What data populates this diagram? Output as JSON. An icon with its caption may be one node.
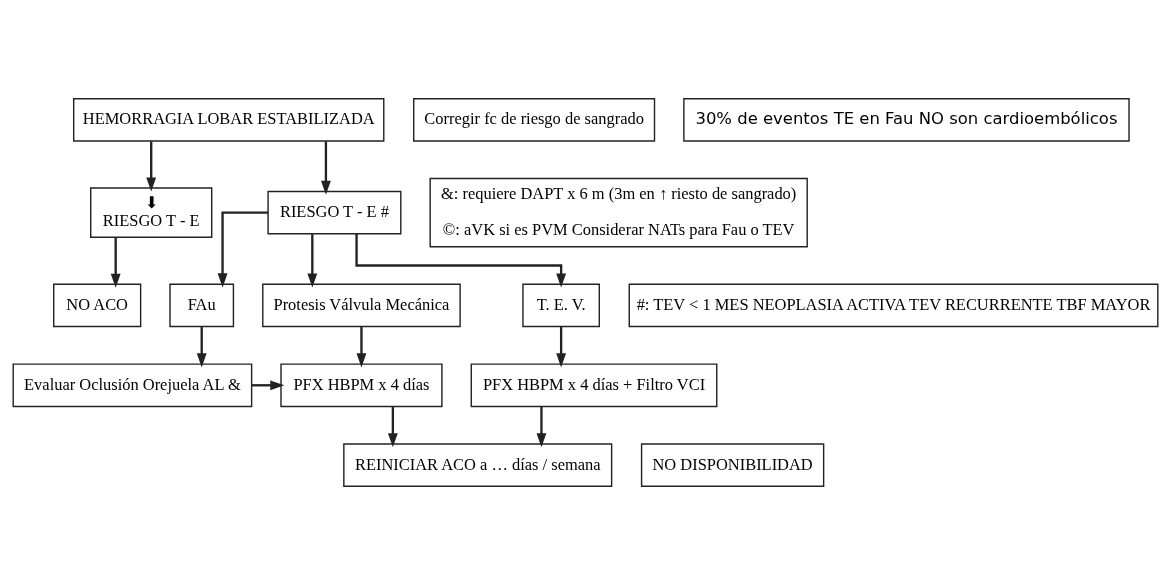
{
  "diagram": {
    "nodes": [
      {
        "text": [
          "HEMORRAGIA LOBAR ESTABILIZADA"
        ]
      },
      {
        "text": [
          "Corregir fc de riesgo de sangrado"
        ]
      },
      {
        "text": [
          "30% de eventos TE en Fau NO son cardioembólicos"
        ]
      },
      {
        "text": [
          "⬇",
          "RIESGO T - E"
        ]
      },
      {
        "text": [
          "RIESGO T - E #"
        ]
      },
      {
        "text": [
          "NO ACO"
        ]
      },
      {
        "text": [
          "FAu"
        ]
      },
      {
        "text": [
          "Protesis Válvula Mecánica"
        ]
      },
      {
        "text": [
          "T. E. V."
        ]
      },
      {
        "text": [
          "&: requiere DAPT x 6 m (3m en ↑ riesto de sangrado)",
          "©: aVK si es PVM Considerar NATs para Fau o TEV"
        ]
      },
      {
        "text": [
          "#: TEV < 1 MES NEOPLASIA ACTIVA TEV RECURRENTE TBF MAYOR"
        ]
      },
      {
        "text": [
          "Evaluar Oclusión Orejuela AL &"
        ]
      },
      {
        "text": [
          "PFX HBPM x 4 días"
        ]
      },
      {
        "text": [
          "PFX HBPM x 4 días + Filtro VCI"
        ]
      },
      {
        "text": [
          "NO DISPONIBILIDAD"
        ]
      },
      {
        "text": [
          "REINICIAR ACO a … días / semana"
        ]
      }
    ],
    "edges": [
      {
        "from": 0,
        "to": 3,
        "arrow": "to"
      },
      {
        "from": 0,
        "to": 4,
        "arrow": "to"
      },
      {
        "from": 3,
        "to": 5,
        "arrow": "to"
      },
      {
        "from": 4,
        "to": 6,
        "arrow": "to"
      },
      {
        "from": 4,
        "to": 7,
        "arrow": "to"
      },
      {
        "from": 4,
        "to": 8,
        "arrow": "to"
      },
      {
        "from": 6,
        "to": 11,
        "arrow": "to"
      },
      {
        "from": 7,
        "to": 12,
        "arrow": "to"
      },
      {
        "from": 11,
        "to": 12,
        "arrow": "to"
      },
      {
        "from": 8,
        "to": 13,
        "arrow": "to"
      },
      {
        "from": 12,
        "to": 15,
        "arrow": "to"
      },
      {
        "from": 13,
        "to": 15,
        "arrow": "to"
      }
    ]
  }
}
